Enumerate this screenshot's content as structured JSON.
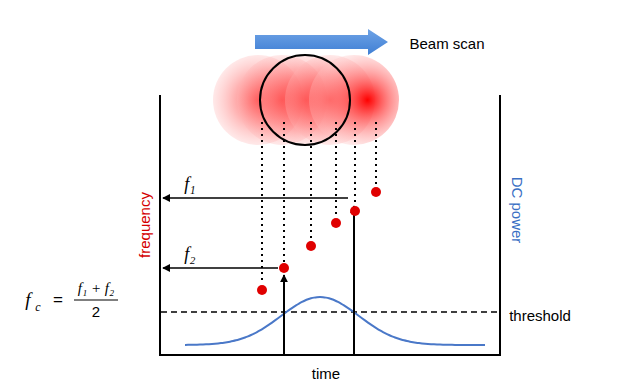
{
  "diagram": {
    "labels": [
      "Beam scan",
      "frequency",
      "DC power",
      "f₁",
      "f₂",
      "f",
      "c",
      "=",
      "f₁ + f₂",
      "2",
      "threshold",
      "time"
    ]
  }
}
